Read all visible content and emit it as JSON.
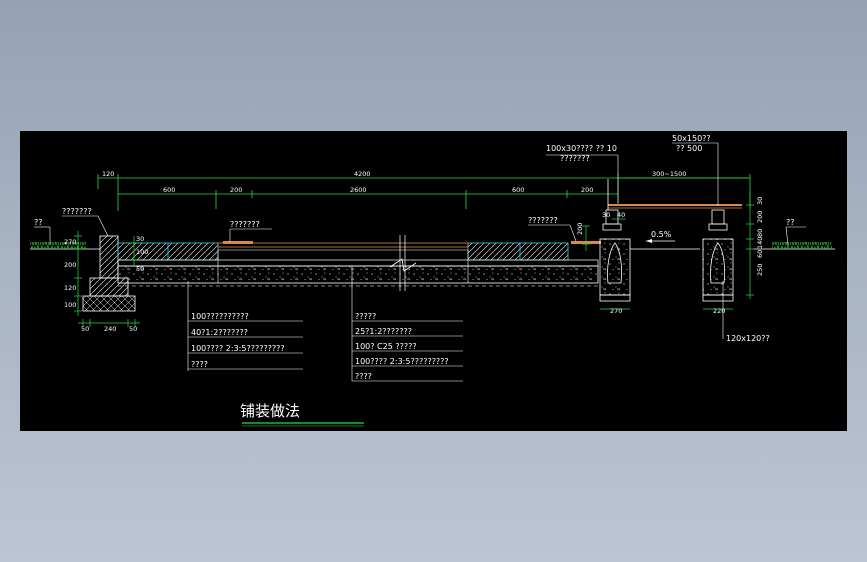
{
  "drawing": {
    "title": "铺装做法",
    "dimensions": {
      "left_offset": "120",
      "total_width": "4200",
      "seg_600_left": "600",
      "seg_200_left": "200",
      "seg_2600": "2600",
      "seg_600_right": "600",
      "seg_200_right": "200",
      "seg_300_1500": "300~1500",
      "edge_240": "240",
      "edge_50_left": "50",
      "edge_50_right": "50",
      "left_h_270": "270",
      "left_h_200": "200",
      "left_h_120": "120",
      "left_h_100": "100",
      "mid_h_30": "30",
      "mid_h_100": "100",
      "mid_h_50": "50",
      "right_h_200": "200",
      "post_h_200": "200",
      "post_h_140": "140",
      "post_h_80": "80",
      "post_h_250": "250",
      "post_h_30": "30",
      "post_h_60": "60",
      "footing_270": "270",
      "footing_220": "220",
      "small_30": "30",
      "small_40": "40",
      "slope": "0.5%"
    },
    "labels": {
      "ground_left": "??",
      "ground_right": "??",
      "curb_left": "???????",
      "paver_top": "???????",
      "paver_right": "???????",
      "beam_top": "100x30????  ?? 10",
      "beam_sub": "???????",
      "post_top": "50x150??",
      "post_sub": "?? 500",
      "post_size": "120x120??"
    },
    "leader_left": [
      "100??????????",
      "40?1:2???????",
      "100???? 2:3:5?????????",
      "????"
    ],
    "leader_right": [
      "?????",
      "25?1:2???????",
      "100? C25   ?????",
      "100???? 2:3:5?????????",
      "????"
    ],
    "colors": {
      "background": "#000000",
      "line_white": "#ffffff",
      "dim_green": "#22dd44",
      "dim_cyan": "#33d6e6",
      "deck_orange": "#d98a44",
      "ground_green": "#2fbf3a",
      "leader_red": "#e23a3a"
    }
  }
}
